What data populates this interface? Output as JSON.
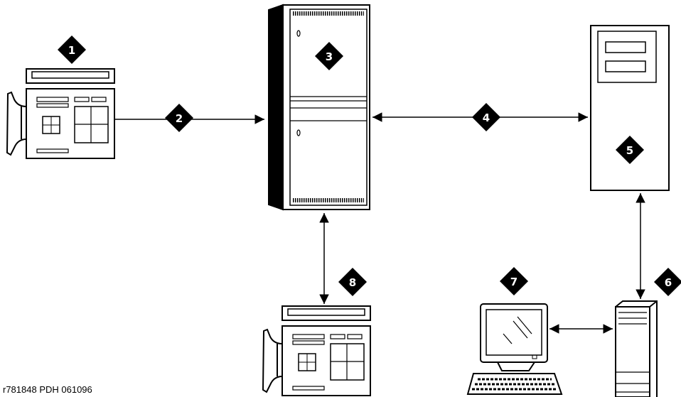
{
  "diagram": {
    "callouts": [
      "1",
      "2",
      "3",
      "4",
      "5",
      "6",
      "7",
      "8"
    ],
    "caption": "r781848 PDH 061096"
  },
  "colors": {
    "ink": "#000000",
    "paper": "#ffffff",
    "callout_text": "#ffffff"
  },
  "icons": [
    "telephone-icon",
    "switch-cabinet-icon",
    "server-tower-icon",
    "terminal-icon",
    "tower-pc-icon"
  ]
}
